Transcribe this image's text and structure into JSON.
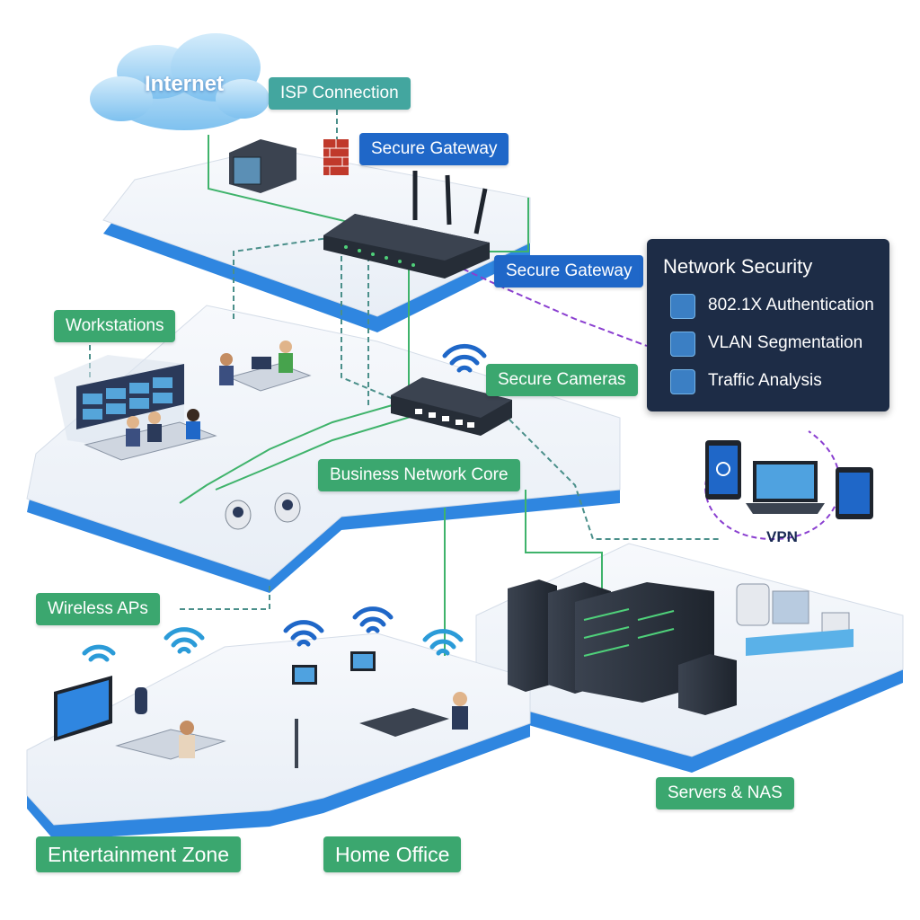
{
  "diagram": {
    "cloud": {
      "label": "Internet"
    },
    "labels": {
      "isp_connection": "ISP Connection",
      "secure_gateway_top": "Secure Gateway",
      "secure_gateway_mid": "Secure Gateway",
      "workstations": "Workstations",
      "secure_cameras": "Secure Cameras",
      "business_network_core": "Business Network Core",
      "wireless_aps": "Wireless APs",
      "servers_nas": "Servers & NAS",
      "entertainment_zone": "Entertainment Zone",
      "home_office": "Home Office",
      "vpn": "VPN"
    },
    "security_panel": {
      "title": "Network Security",
      "items": [
        {
          "label": "802.1X Authentication",
          "icon": "authentication-icon"
        },
        {
          "label": "VLAN Segmentation",
          "icon": "segmentation-icon"
        },
        {
          "label": "Traffic Analysis",
          "icon": "analysis-icon"
        }
      ]
    },
    "colors": {
      "green_label": "#3ba76f",
      "teal_label": "#43a69f",
      "blue_label": "#1f67c8",
      "panel": "#1d2c46",
      "platform_edge": "#2f86e0",
      "link_green": "#3fb36b",
      "link_dashed": "#4a8f8a",
      "vpn_purple": "#8a3fd0"
    }
  }
}
